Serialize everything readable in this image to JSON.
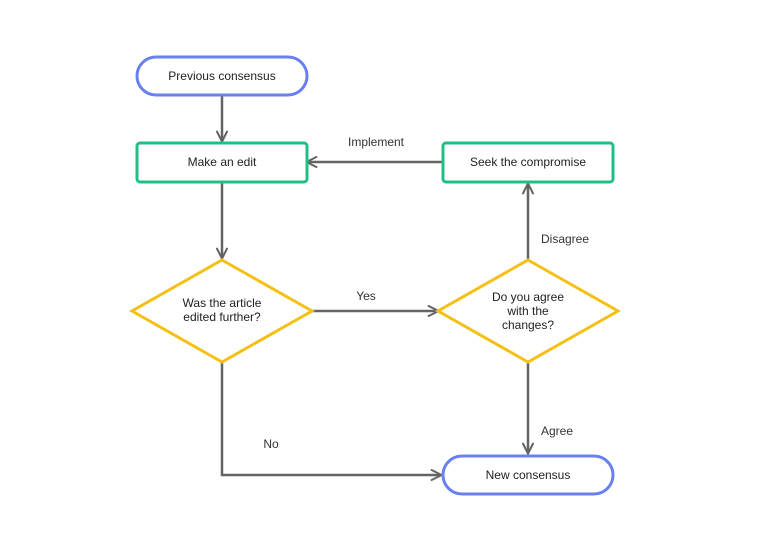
{
  "colors": {
    "terminal_stroke": "#6a7ff0",
    "process_stroke": "#1fbf86",
    "decision_stroke": "#f5c016",
    "connector": "#646464",
    "text": "#222222"
  },
  "nodes": {
    "previous_consensus": {
      "label": "Previous consensus",
      "shape": "terminal"
    },
    "make_edit": {
      "label": "Make an edit",
      "shape": "process"
    },
    "seek_compromise": {
      "label": "Seek the compromise",
      "shape": "process"
    },
    "edited_further": {
      "label_lines": [
        "Was the article",
        "edited further?"
      ],
      "shape": "decision"
    },
    "agree_changes": {
      "label_lines": [
        "Do you agree",
        "with the",
        "changes?"
      ],
      "shape": "decision"
    },
    "new_consensus": {
      "label": "New consensus",
      "shape": "terminal"
    }
  },
  "edges": {
    "implement": "Implement",
    "yes": "Yes",
    "disagree": "Disagree",
    "agree": "Agree",
    "no": "No"
  }
}
